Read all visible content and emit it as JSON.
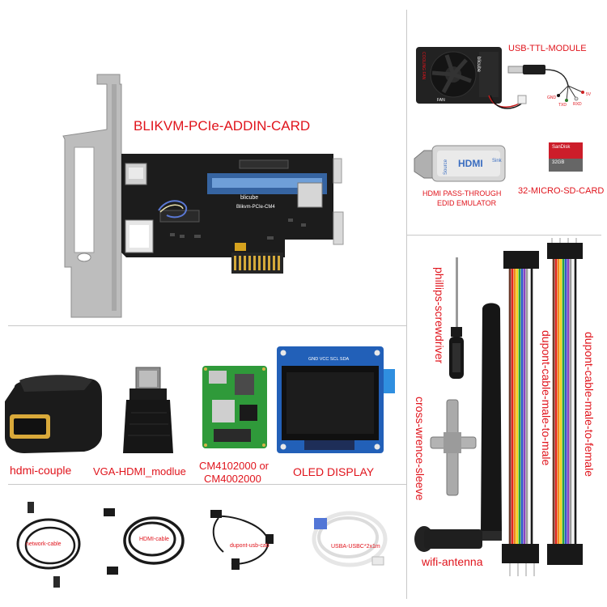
{
  "main_card": {
    "label": "BLIKVM-PCIe-ADDIN-CARD",
    "board_brand": "blicube",
    "board_model": "Blikvm-PCIe-CM4"
  },
  "fan": {
    "brand": "blicube",
    "side_text": "COOLING FAN",
    "bottom_text": "FAN"
  },
  "usb_ttl": {
    "label": "USB-TTL-MODULE",
    "pins": [
      "GND",
      "TXD",
      "RXD",
      "5V"
    ]
  },
  "hdmi_emulator": {
    "label_line1": "HDMI PASS-THROUGH",
    "label_line2": "EDID EMULATOR",
    "brand": "HDMI",
    "left_text": "Source",
    "right_text": "Sink"
  },
  "sd_card": {
    "label": "32-MICRO-SD-CARD",
    "brand": "SanDisk",
    "capacity": "32GB"
  },
  "tools": {
    "screwdriver": "phillips-screwdriver",
    "cross_wrench": "cross-wrence-sleeve",
    "antenna": "wifi-antenna",
    "dupont_mm": "dupont-cable-male-to-male",
    "dupont_mf": "dupont-cable-male-to-female"
  },
  "middle_row": {
    "hdmi_couple": "hdmi-couple",
    "vga_hdmi": "VGA-HDMI_modlue",
    "cm4_line1": "CM4102000 or",
    "cm4_line2": "CM4002000",
    "oled": "OLED DISPLAY",
    "oled_pins": "GND VCC SCL SDA"
  },
  "bottom_row": {
    "network_cable": "network-cable",
    "hdmi_cable": "HDMI-cable",
    "dupont_usb": "dupont-usb-cab",
    "usba_usbc": "USBA-USBC*2x1m"
  },
  "colors": {
    "label_red": "#e0141c",
    "pcb": "#1c1c1c",
    "divider": "#c8c8c8",
    "bracket": "#b9b9b9"
  }
}
